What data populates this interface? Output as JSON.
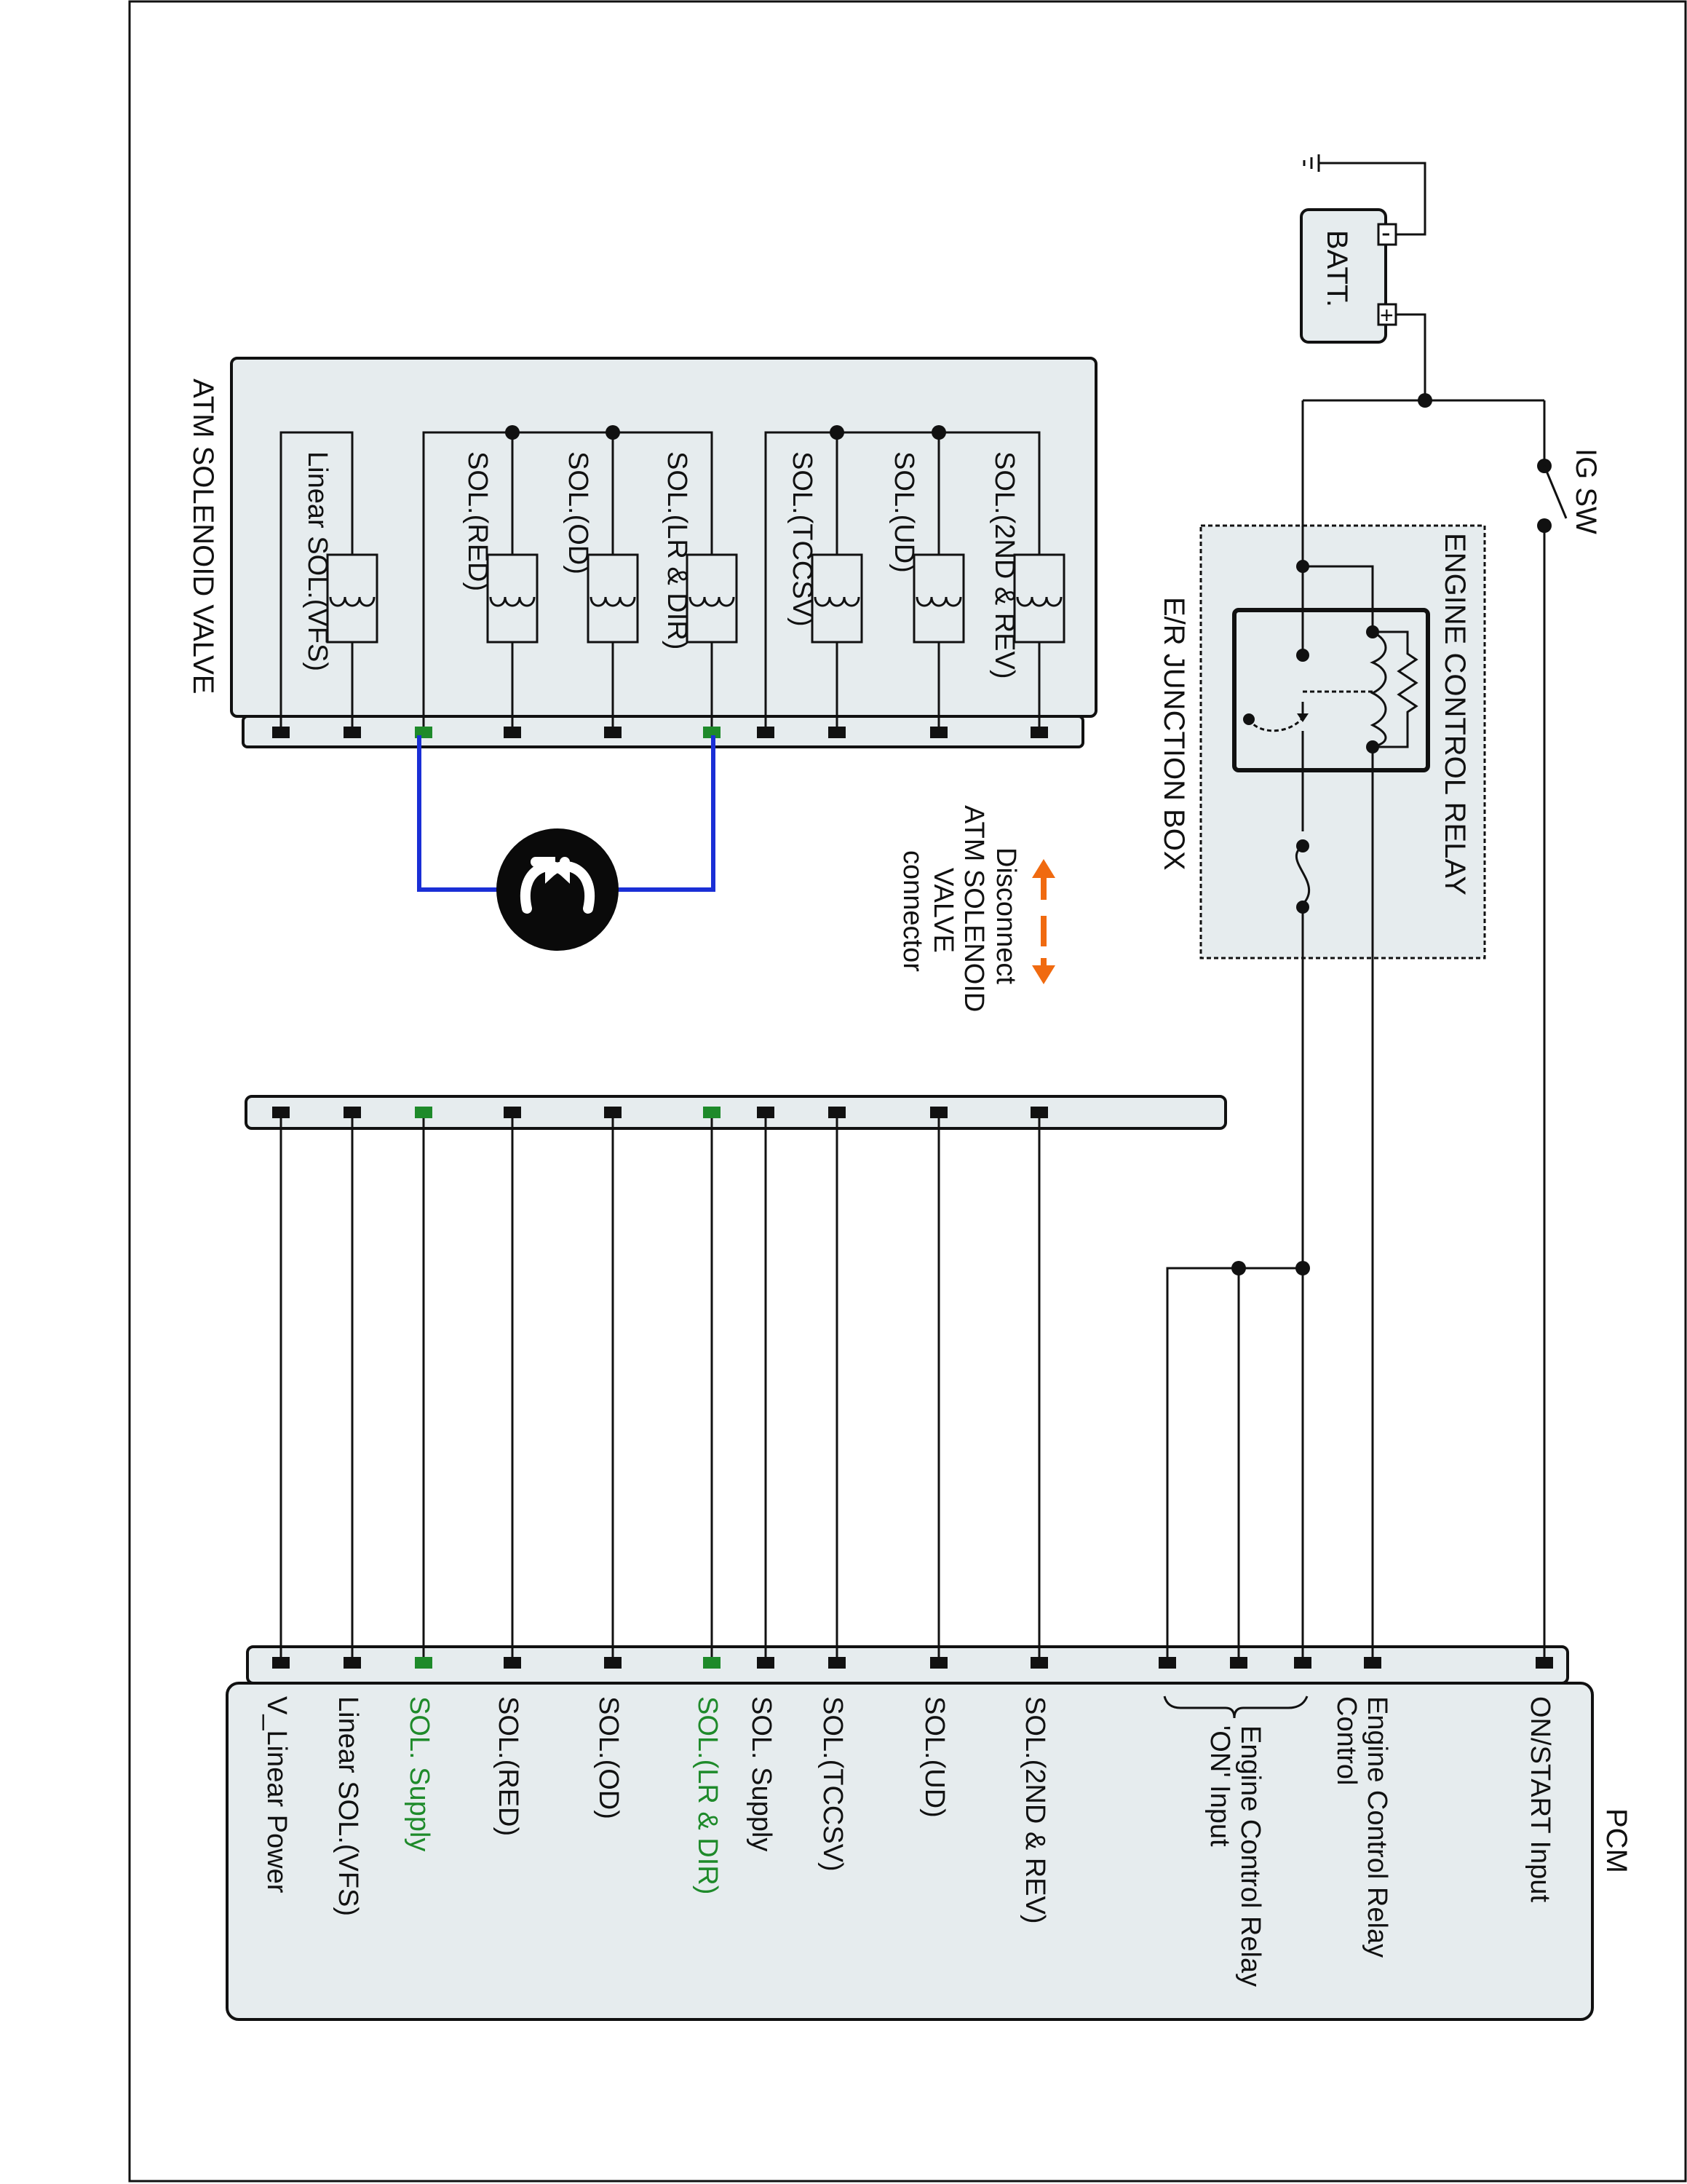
{
  "components": {
    "pcm": "PCM",
    "atm_valve": "ATM SOLENOID VALVE",
    "ecr": "ENGINE CONTROL RELAY",
    "junction": "E/R JUNCTION BOX",
    "battery": "BATT.",
    "batt_neg": "-",
    "batt_pos": "+",
    "ig_sw": "IG SW"
  },
  "pcm_pins": [
    "V_Linear Power",
    "Linear SOL.(VFS)",
    "SOL. Supply",
    "SOL.(RED)",
    "SOL.(OD)",
    "SOL.(LR & DIR)",
    "SOL. Supply",
    "SOL.(TCCSV)",
    "SOL.(UD)",
    "SOL.(2ND & REV)"
  ],
  "pcm_pins_highlight": [
    false,
    false,
    true,
    false,
    false,
    true,
    false,
    false,
    false,
    false
  ],
  "pcm_power_pins": {
    "relay_on_input_1": "Engine Control Relay",
    "relay_on_input_2": "'ON' Input",
    "relay_control_1": "Engine Control Relay",
    "relay_control_2": "Control",
    "on_start": "ON/START Input"
  },
  "solenoids": [
    "Linear SOL.(VFS)",
    "SOL.(RED)",
    "SOL.(OD)",
    "SOL.(LR & DIR)",
    "SOL.(TCCSV)",
    "SOL.(UD)",
    "SOL.(2ND & REV)"
  ],
  "disconnect_note": [
    "Disconnect",
    "ATM SOLENOID",
    "VALVE",
    "connector"
  ],
  "colors": {
    "highlight_pin": "#1e8a2a",
    "meter_wire": "#1a2fd6",
    "arrow": "#f06a10"
  },
  "meter_icon": "ohmmeter-icon"
}
